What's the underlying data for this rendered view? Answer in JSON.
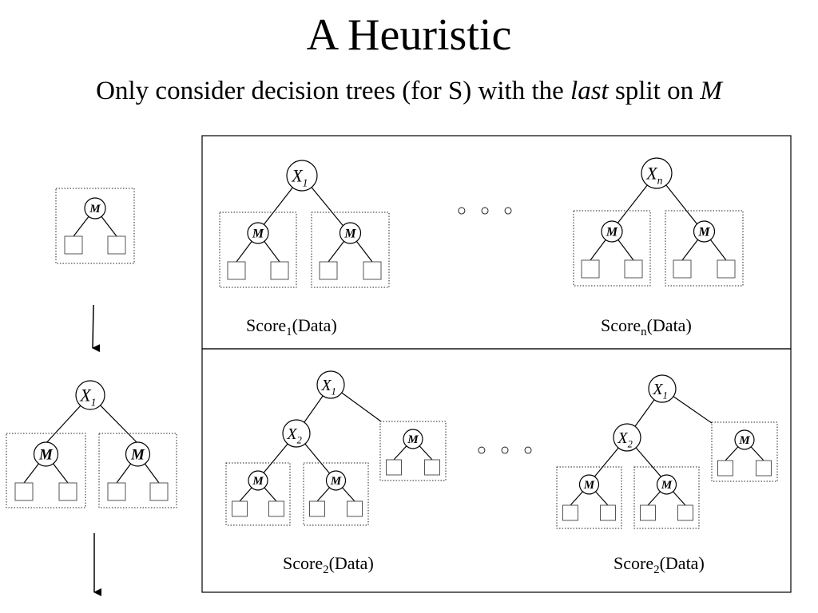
{
  "slide": {
    "title": "A Heuristic",
    "subtitle": {
      "part1": "Only consider decision trees (for S) with the ",
      "emphasis": "last",
      "part2": " split on ",
      "variable": "M"
    }
  },
  "labels": {
    "m_node": "M",
    "x_var": "X",
    "sub_1": "1",
    "sub_2": "2",
    "sub_n": "n",
    "dots": "○ ○ ○"
  },
  "scores": [
    {
      "prefix": "Score",
      "sub": "1",
      "suffix": "(Data)"
    },
    {
      "prefix": "Score",
      "sub": "n",
      "suffix": "(Data)"
    },
    {
      "prefix": "Score",
      "sub": "2",
      "suffix": "(Data)"
    },
    {
      "prefix": "Score",
      "sub": "2",
      "suffix": "(Data)"
    }
  ]
}
